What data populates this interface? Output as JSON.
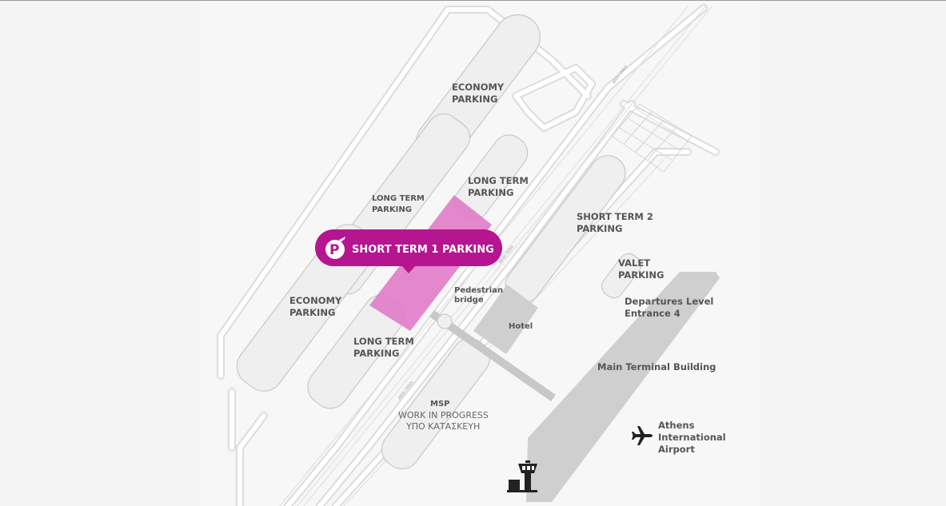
{
  "labels": {
    "economy_top": [
      "ECONOMY",
      "PARKING"
    ],
    "long_term_left": [
      "LONG TERM",
      "PARKING"
    ],
    "long_term_mid": [
      "LONG TERM",
      "PARKING"
    ],
    "long_term_bottom": [
      "LONG TERM",
      "PARKING"
    ],
    "economy_bottom": [
      "ECONOMY",
      "PARKING"
    ],
    "short_term_2": [
      "SHORT TERM 2",
      "PARKING"
    ],
    "valet": [
      "VALET",
      "PARKING"
    ],
    "pedestrian_bridge": [
      "Pedestrian",
      "bridge"
    ],
    "hotel": "Hotel",
    "departures": [
      "Departures Level",
      "Entrance 4"
    ],
    "main_terminal": "Main Terminal Building",
    "msp_title": "MSP",
    "msp_line1": "WORK IN PROGRESS",
    "msp_line2": "ΥΠΟ ΚΑΤΑΣΚΕΥΗ",
    "airport": [
      "Athens",
      "International",
      "Airport"
    ]
  },
  "callout": {
    "text": "SHORT TERM 1 PARKING",
    "icon": "parking-plane-icon"
  },
  "road_tags": [
    "Attiki Odos",
    "Attiki Odos",
    "Attiki Odos"
  ],
  "icons": {
    "airplane": "airplane-icon",
    "control_tower": "control-tower-icon"
  },
  "colors": {
    "background": "#f4f4f4",
    "lot_fill": "#efefef",
    "lot_stroke": "#c8c8c8",
    "road": "#ffffff",
    "highlight": "#e07bc8",
    "callout": "#b5158f",
    "building": "#cfcfcf",
    "label": "#555555"
  }
}
